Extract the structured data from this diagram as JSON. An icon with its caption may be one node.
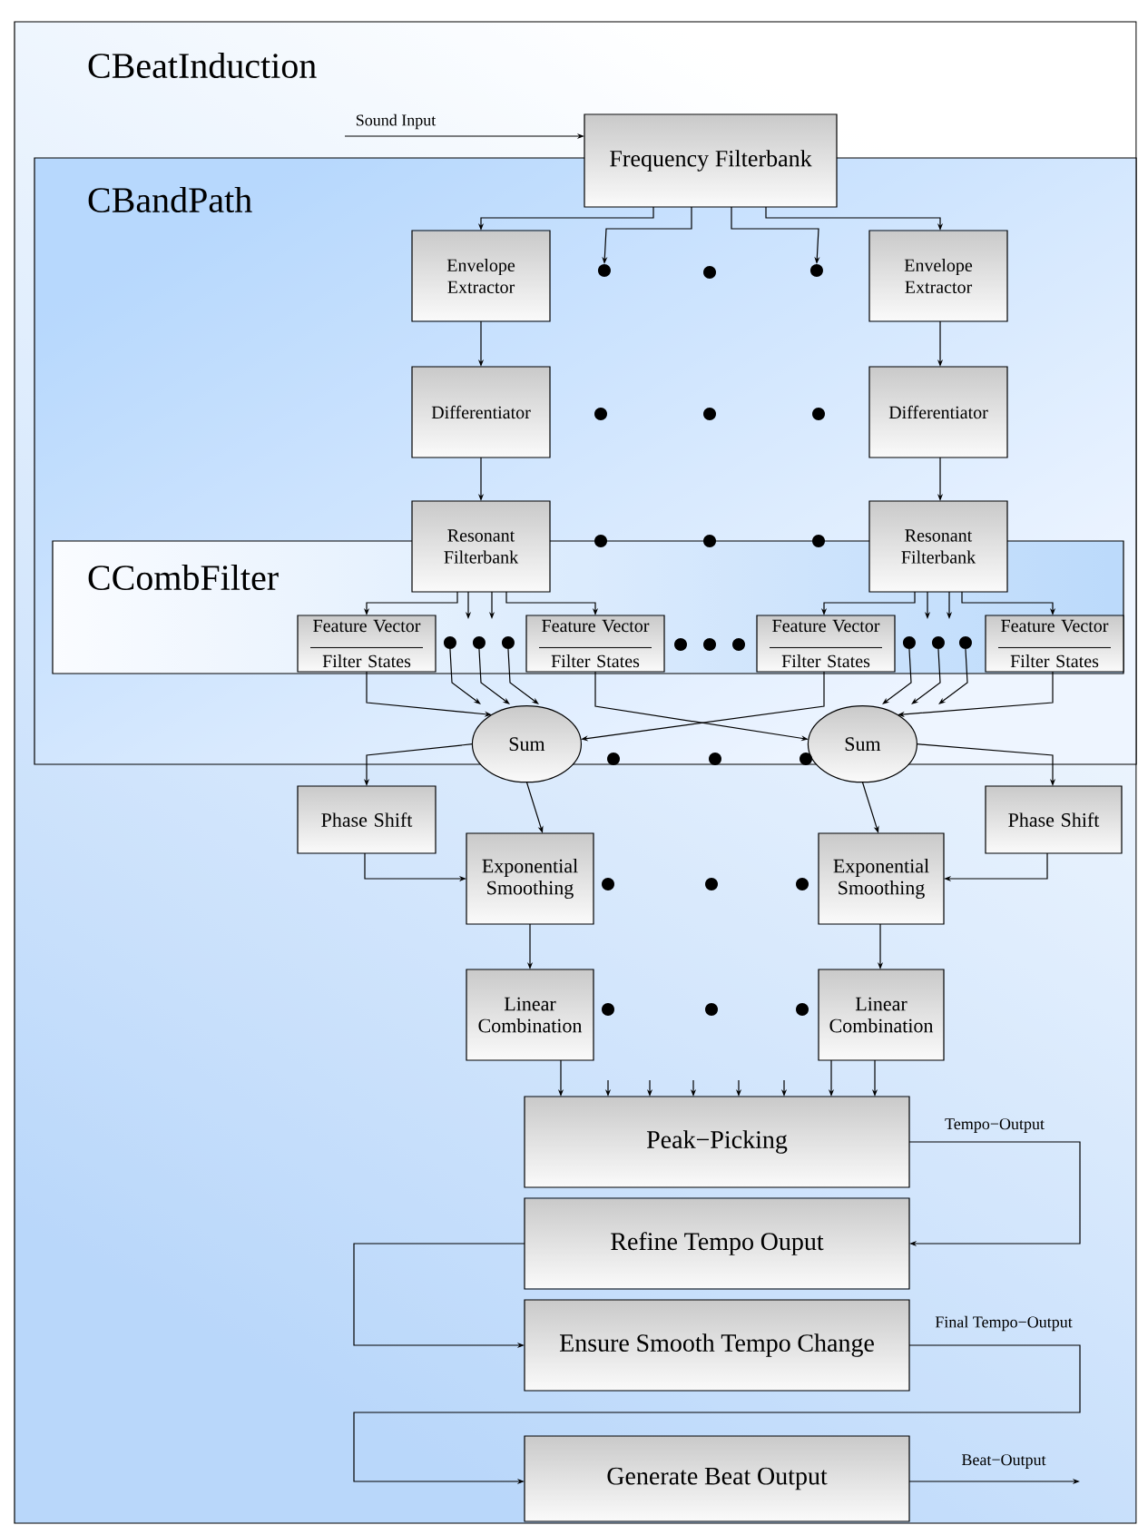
{
  "diagram": {
    "nodes": [
      {
        "text": [
          "CBeatInduction"
        ]
      },
      {
        "text": [
          "CBandPath"
        ],
        "in": 0
      },
      {
        "text": [
          "Frequency Filterbank"
        ],
        "in": 0
      },
      {
        "text": [
          "Envelope Extractor"
        ],
        "in": 1
      },
      {
        "text": [],
        "shape": "circle",
        "in": 1
      },
      {
        "text": [],
        "shape": "circle",
        "in": 1
      },
      {
        "text": [
          "Envelope Extractor"
        ],
        "in": 1
      },
      {
        "text": [
          "Differentiator"
        ],
        "in": 1
      },
      {
        "text": [
          "Differentiator"
        ],
        "in": 1
      },
      {
        "text": [
          "CCombFilter"
        ],
        "in": 1
      },
      {
        "text": [
          "Resonant Filterbank"
        ],
        "in": 1
      },
      {
        "text": [
          "Resonant Filterbank"
        ],
        "in": 1
      },
      {
        "text": [
          "Feature Vector",
          "Filter States"
        ],
        "in": 9
      },
      {
        "text": [
          "Feature Vector",
          "Filter States"
        ],
        "in": 9
      },
      {
        "text": [
          "Feature Vector",
          "Filter States"
        ],
        "in": 9
      },
      {
        "text": [
          "Feature Vector",
          "Filter States"
        ],
        "in": 9
      },
      {
        "text": [],
        "shape": "circle",
        "in": 9
      },
      {
        "text": [],
        "shape": "circle",
        "in": 9
      },
      {
        "text": [],
        "shape": "circle",
        "in": 9
      },
      {
        "text": [],
        "shape": "circle",
        "in": 9
      },
      {
        "text": [],
        "shape": "circle",
        "in": 9
      },
      {
        "text": [],
        "shape": "circle",
        "in": 9
      },
      {
        "text": [
          "Sum"
        ],
        "in": 0
      },
      {
        "text": [
          "Sum"
        ],
        "in": 0
      },
      {
        "text": [
          "Phase Shift"
        ],
        "in": 0
      },
      {
        "text": [
          "Phase Shift"
        ],
        "in": 0
      },
      {
        "text": [
          "Exponential Smoothing"
        ],
        "in": 0
      },
      {
        "text": [
          "Exponential Smoothing"
        ],
        "in": 0
      },
      {
        "text": [
          "Linear Combination"
        ],
        "in": 0
      },
      {
        "text": [
          "Linear Combination"
        ],
        "in": 0
      },
      {
        "text": [
          "Peak−Picking"
        ],
        "in": 0
      },
      {
        "text": [
          "Refine Tempo Ouput"
        ],
        "in": 0
      },
      {
        "text": [
          "Ensure Smooth Tempo Change"
        ],
        "in": 0
      },
      {
        "text": [
          "Generate Beat Output"
        ],
        "in": 0
      }
    ],
    "edges": [
      {
        "from": null,
        "to": 2,
        "arrow": "to",
        "label": "Sound Input"
      },
      {
        "from": 2,
        "to": 3,
        "arrow": "to"
      },
      {
        "from": 2,
        "to": 4,
        "arrow": "to"
      },
      {
        "from": 2,
        "to": 5,
        "arrow": "to"
      },
      {
        "from": 2,
        "to": 6,
        "arrow": "to"
      },
      {
        "from": 3,
        "to": 7,
        "arrow": "to"
      },
      {
        "from": 6,
        "to": 8,
        "arrow": "to"
      },
      {
        "from": 7,
        "to": 10,
        "arrow": "to"
      },
      {
        "from": 8,
        "to": 11,
        "arrow": "to"
      },
      {
        "from": 10,
        "to": 12,
        "arrow": "to"
      },
      {
        "from": 10,
        "to": 17,
        "arrow": "to"
      },
      {
        "from": 10,
        "to": 17,
        "arrow": "to"
      },
      {
        "from": 10,
        "to": 13,
        "arrow": "to"
      },
      {
        "from": 11,
        "to": 14,
        "arrow": "to"
      },
      {
        "from": 11,
        "to": 20,
        "arrow": "to"
      },
      {
        "from": 11,
        "to": 20,
        "arrow": "to"
      },
      {
        "from": 11,
        "to": 15,
        "arrow": "to"
      },
      {
        "from": 16,
        "to": 22,
        "arrow": "to"
      },
      {
        "from": 17,
        "to": 22,
        "arrow": "to"
      },
      {
        "from": 18,
        "to": 22,
        "arrow": "to"
      },
      {
        "from": 19,
        "to": 23,
        "arrow": "to"
      },
      {
        "from": 20,
        "to": 23,
        "arrow": "to"
      },
      {
        "from": 21,
        "to": 23,
        "arrow": "to"
      },
      {
        "from": 12,
        "to": 22,
        "arrow": "to"
      },
      {
        "from": 13,
        "to": 23,
        "arrow": "to"
      },
      {
        "from": 14,
        "to": 22,
        "arrow": "to"
      },
      {
        "from": 15,
        "to": 23,
        "arrow": "to"
      },
      {
        "from": 22,
        "to": 24,
        "arrow": "to"
      },
      {
        "from": 23,
        "to": 25,
        "arrow": "to"
      },
      {
        "from": 22,
        "to": 26,
        "arrow": "to"
      },
      {
        "from": 23,
        "to": 27,
        "arrow": "to"
      },
      {
        "from": 24,
        "to": 26,
        "arrow": "to"
      },
      {
        "from": 25,
        "to": 27,
        "arrow": "to"
      },
      {
        "from": 26,
        "to": 28,
        "arrow": "to"
      },
      {
        "from": 27,
        "to": 29,
        "arrow": "to"
      },
      {
        "from": 28,
        "to": 30,
        "arrow": "to"
      },
      {
        "from": null,
        "to": 30,
        "arrow": "to"
      },
      {
        "from": null,
        "to": 30,
        "arrow": "to"
      },
      {
        "from": null,
        "to": 30,
        "arrow": "to"
      },
      {
        "from": null,
        "to": 30,
        "arrow": "to"
      },
      {
        "from": null,
        "to": 30,
        "arrow": "to"
      },
      {
        "from": 29,
        "to": 30,
        "arrow": "to"
      },
      {
        "from": 29,
        "to": 30,
        "arrow": "to"
      },
      {
        "from": 30,
        "to": 31,
        "arrow": "to",
        "label": "Tempo−Output"
      },
      {
        "from": 31,
        "to": 32,
        "arrow": "to"
      },
      {
        "from": 32,
        "to": 33,
        "arrow": "to",
        "label": "Final Tempo−Output"
      },
      {
        "from": 33,
        "to": null,
        "arrow": "to",
        "label": "Beat−Output"
      }
    ]
  }
}
